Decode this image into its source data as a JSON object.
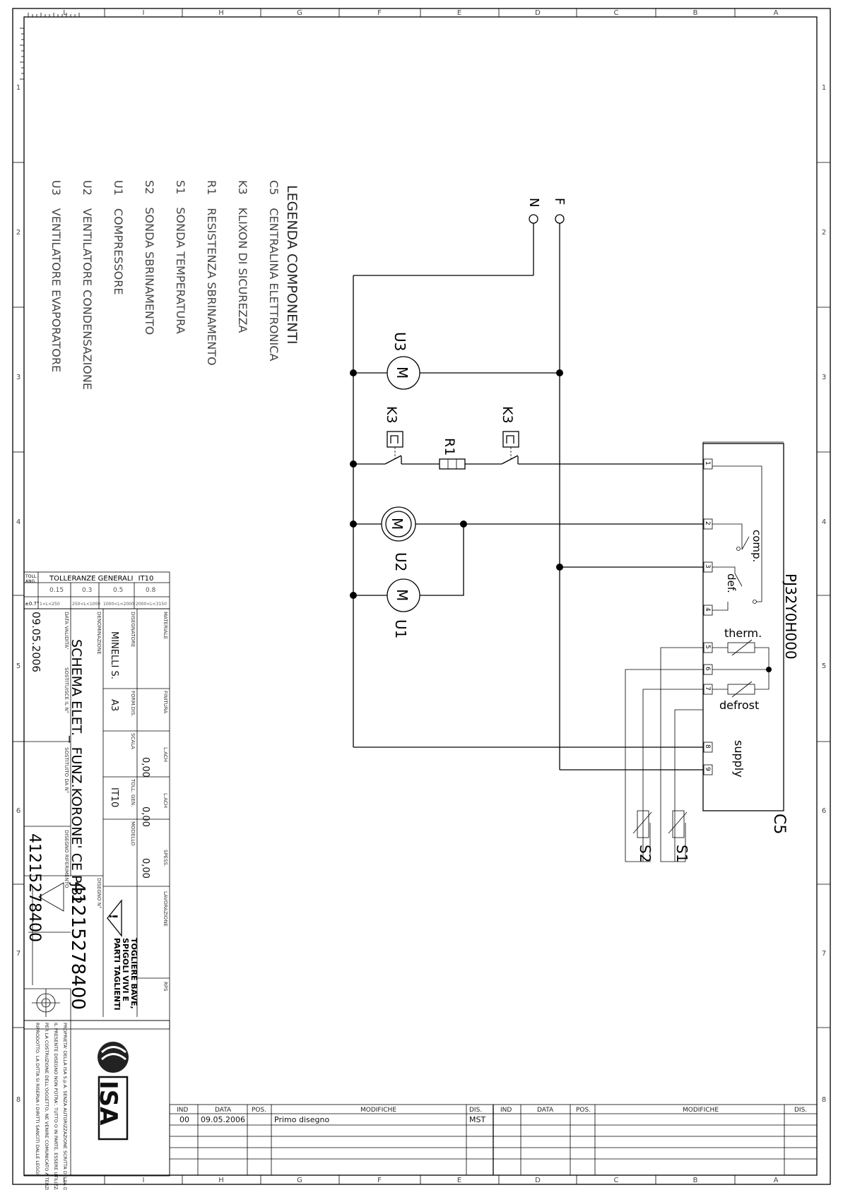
{
  "border": {
    "columns": [
      "L",
      "I",
      "H",
      "G",
      "F",
      "E",
      "D",
      "C",
      "B",
      "A"
    ],
    "rows": [
      "1",
      "2",
      "3",
      "4",
      "5",
      "6",
      "7",
      "8"
    ]
  },
  "legend": {
    "title": "LEGENDA COMPONENTI",
    "items": [
      {
        "code": "C5",
        "label": "CENTRALINA ELETTRONICA"
      },
      {
        "code": "K3",
        "label": "KLIXON DI SICUREZZA"
      },
      {
        "code": "R1",
        "label": "RESISTENZA SBRINAMENTO"
      },
      {
        "code": "S1",
        "label": "SONDA TEMPERATURA"
      },
      {
        "code": "S2",
        "label": "SONDA SBRINAMENTO"
      },
      {
        "code": "U1",
        "label": "COMPRESSORE"
      },
      {
        "code": "U2",
        "label": "VENTILATORE CONDENSAZIONE"
      },
      {
        "code": "U3",
        "label": "VENTILATORE EVAPORATORE"
      }
    ]
  },
  "schematic": {
    "supply_f": "F",
    "supply_n": "N",
    "fan_u3": "U3",
    "fan_u2": "U2",
    "comp_u1": "U1",
    "klixon_a": "K3",
    "klixon_b": "K3",
    "heater": "R1",
    "motor_symbol": "M",
    "controller_model": "PJ32Y0H000",
    "controller_ref": "C5",
    "terminals": [
      "1",
      "2",
      "3",
      "4",
      "5",
      "6",
      "7",
      "8",
      "9"
    ],
    "relay_comp": "comp.",
    "relay_def": "def.",
    "probe_therm": "therm.",
    "probe_defrost": "defrost",
    "supply_label": "supply",
    "probe_s1": "S1",
    "probe_s2": "S2"
  },
  "title_block": {
    "tolerances": {
      "head_tol": "TOLL.",
      "head_ang": "ANG.",
      "title": "TOLLERANZE GENERALI",
      "class": "IT10",
      "values": [
        "0.15",
        "0.3",
        "0.5",
        "0.8"
      ],
      "ang_value": "±0.7°",
      "ranges": [
        "1<L<250",
        "250<L<1000",
        "1000<L<2000",
        "2000<L<3150"
      ]
    },
    "labels": {
      "materiale": "MATERIALE",
      "finitura": "FINITURA",
      "lavorazione": "LAVORAZIONE",
      "rps": "RPS",
      "disegnatore": "DISEGNATORE",
      "formato": "FORM.DIS.",
      "scala": "SCALA",
      "toll_gen": "TOLL. GEN.",
      "modello": "MODELLO",
      "l_ach1": "L.ACH",
      "l_ach2": "L.ACH",
      "spess": "SPESS.",
      "denominazione": "DENOMINAZIONE",
      "disegno_n": "DISEGNO N°",
      "data_validita": "DATA VALIDITA'",
      "sostituisce": "SOSTITUISCE IL N°",
      "sostituito": "SOSTITUITO DA N°",
      "disegno_rif": "DISEGNO RIFERIMENTO"
    },
    "values": {
      "disegnatore": "MINELLI S.",
      "formato": "A3",
      "toll_gen": "IT10",
      "l_ach1": "0,00",
      "l_ach2": "0,00",
      "spess": "0,00",
      "denominazione": "SCHEMA ELET._ FUNZ.KORONE' CE PJ32",
      "disegno_n": "41215278400",
      "data_validita": "09.05.2006",
      "disegno_rif": "41215278400"
    },
    "warning": [
      "TOGLIERE BAVE,",
      "SPIGOLI VIVI E",
      "PARTI TAGLIENTI"
    ],
    "company": "ISA",
    "disclaimer": [
      "PROPRIETA' DELLA ISA S.p.A. SENZA AUTORIZZAZIONE SCRITTA DELLA DITTA",
      "IL PRESENTE DISEGNO NON POTRA', TUTTO O IN PARTE, ESSERE UTILIZZATO",
      "PER LA COSTRUZIONE DELL'OGGETTO, NE VENIRE COMUNICATO A TERZI O",
      "RIPRODOTTO. LA DITTA SI RISERVA I DIRITTI SANCITI DALLE LEGGI."
    ]
  },
  "revisions": {
    "headers": [
      "IND",
      "DATA",
      "POS.",
      "MODIFICHE",
      "DIS."
    ],
    "rows": [
      {
        "ind": "00",
        "data": "09.05.2006",
        "pos": "",
        "modifiche": "Primo disegno",
        "dis": "MST"
      }
    ]
  }
}
